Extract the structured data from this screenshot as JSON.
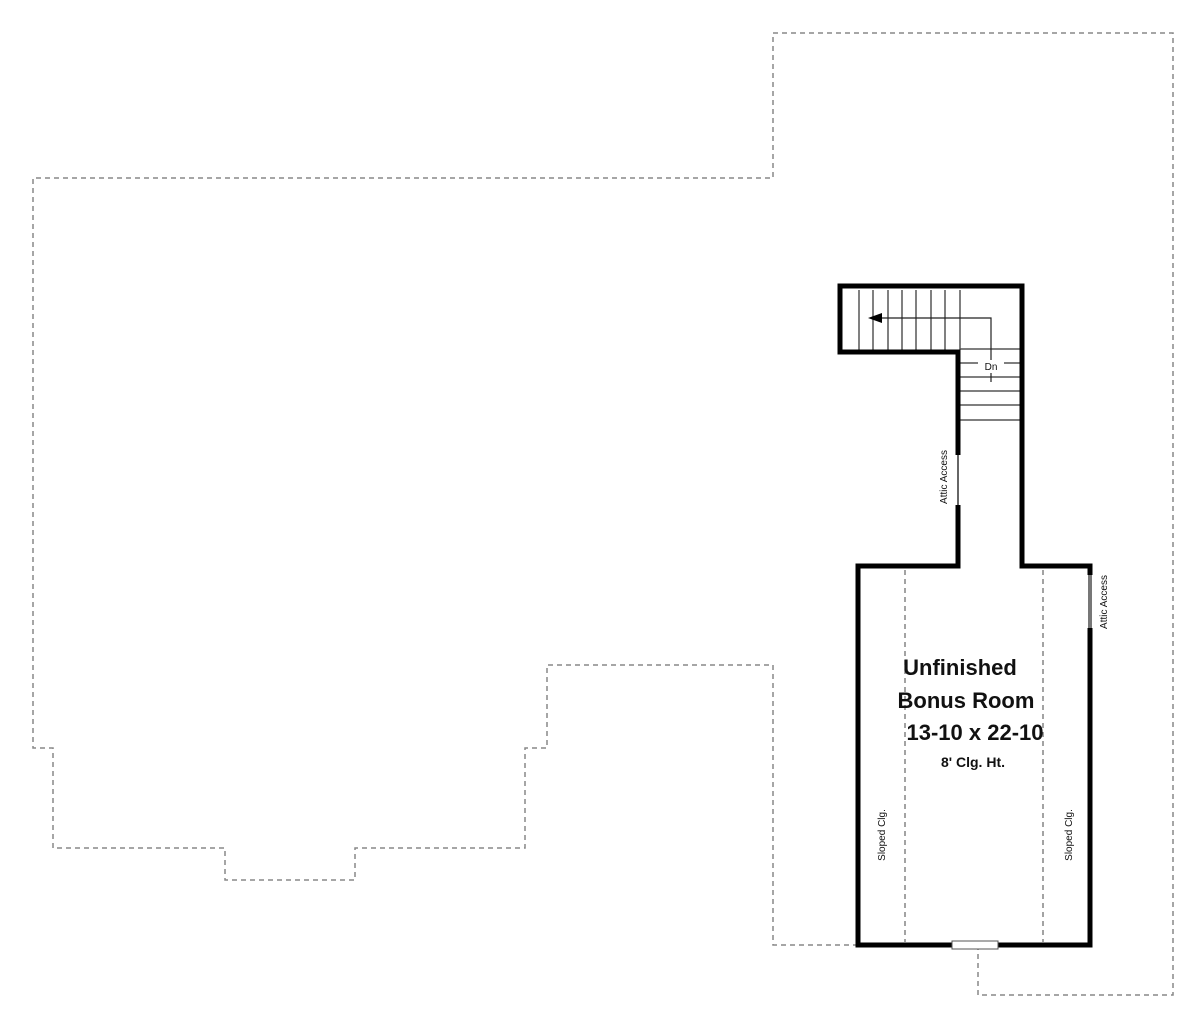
{
  "plan": {
    "room": {
      "name_line1": "Unfinished",
      "name_line2": "Bonus Room",
      "dimensions": "13-10 x 22-10",
      "ceiling": "8' Clg. Ht."
    },
    "labels": {
      "stairs_down": "Dn",
      "attic_access_left": "Attic Access",
      "attic_access_right": "Attic Access",
      "sloped_left": "Sloped Clg.",
      "sloped_right": "Sloped Clg."
    },
    "colors": {
      "wall": "#000000",
      "dashed": "#888888"
    }
  }
}
